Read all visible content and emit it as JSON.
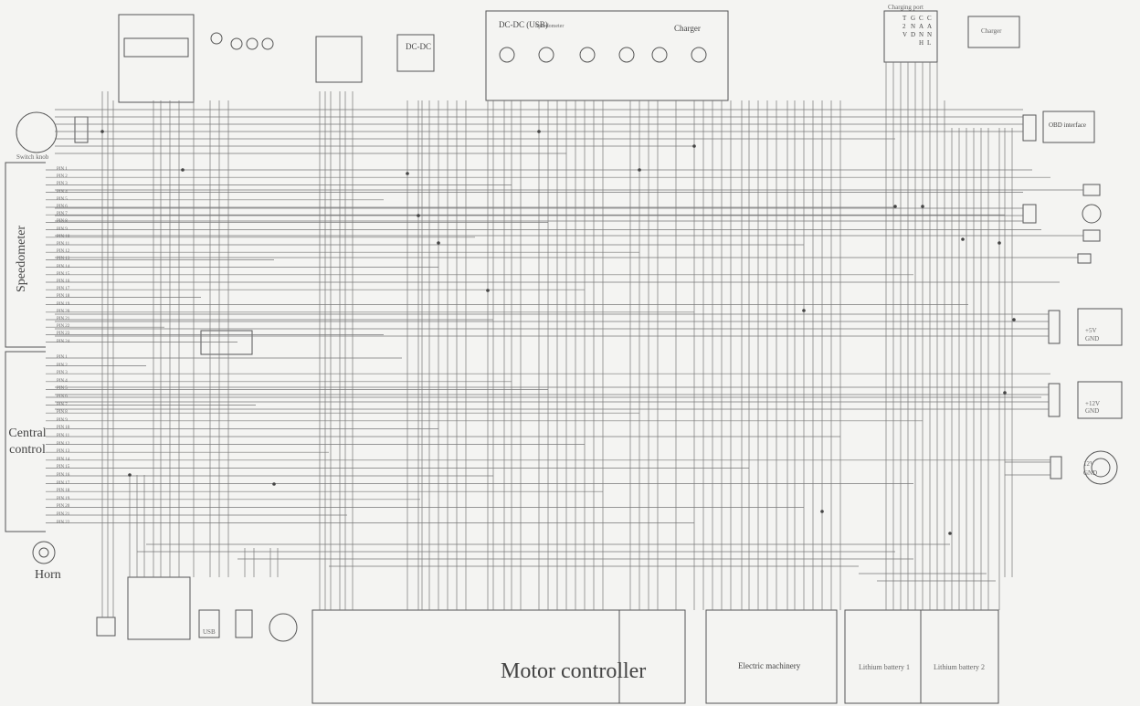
{
  "top_modules": {
    "dcdc_usb": "DC-DC (USB)",
    "speedometer": "Speedometer",
    "charger_top": "Charger",
    "dcdc": "DC-DC",
    "charging_port": "Charging port",
    "charger": "Charger",
    "charging_port_pins": [
      "T",
      "G",
      "C",
      "C",
      "2",
      "N",
      "A",
      "A",
      "V",
      "D",
      "N",
      "N",
      "H",
      "L"
    ]
  },
  "left_modules": {
    "switch_knob": "Switch knob",
    "speedometer": "Speedometer",
    "central_control": "Central control",
    "horn": "Horn",
    "usb": "USB"
  },
  "right_modules": {
    "obd": "OBD interface",
    "plus5v": "+5V",
    "gnd1": "GND",
    "plus12v": "+12V",
    "gnd2": "GND",
    "bt_12v": "12V",
    "bt_gnd": "GND"
  },
  "bottom_modules": {
    "motor_controller": "Motor controller",
    "electric_machinery": "Electric machinery",
    "battery1": "Lithium battery 1",
    "battery2": "Lithium battery 2"
  },
  "pin_labels": {
    "speedometer": [
      "PIN 1",
      "PIN 2",
      "PIN 3",
      "PIN 4",
      "PIN 5",
      "PIN 6",
      "PIN 7",
      "PIN 8",
      "PIN 9",
      "PIN 10",
      "PIN 11",
      "PIN 12",
      "PIN 13",
      "PIN 14",
      "PIN 15",
      "PIN 16",
      "PIN 17",
      "PIN 18",
      "PIN 19",
      "PIN 20",
      "PIN 21",
      "PIN 22",
      "PIN 23",
      "PIN 24"
    ],
    "central": [
      "PIN 1",
      "PIN 2",
      "PIN 3",
      "PIN 4",
      "PIN 5",
      "PIN 6",
      "PIN 7",
      "PIN 8",
      "PIN 9",
      "PIN 10",
      "PIN 11",
      "PIN 12",
      "PIN 13",
      "PIN 14",
      "PIN 15",
      "PIN 16",
      "PIN 17",
      "PIN 18",
      "PIN 19",
      "PIN 20",
      "PIN 21",
      "PIN 22"
    ]
  },
  "colors": {
    "line": "#555555",
    "background": "#f4f4f2"
  }
}
